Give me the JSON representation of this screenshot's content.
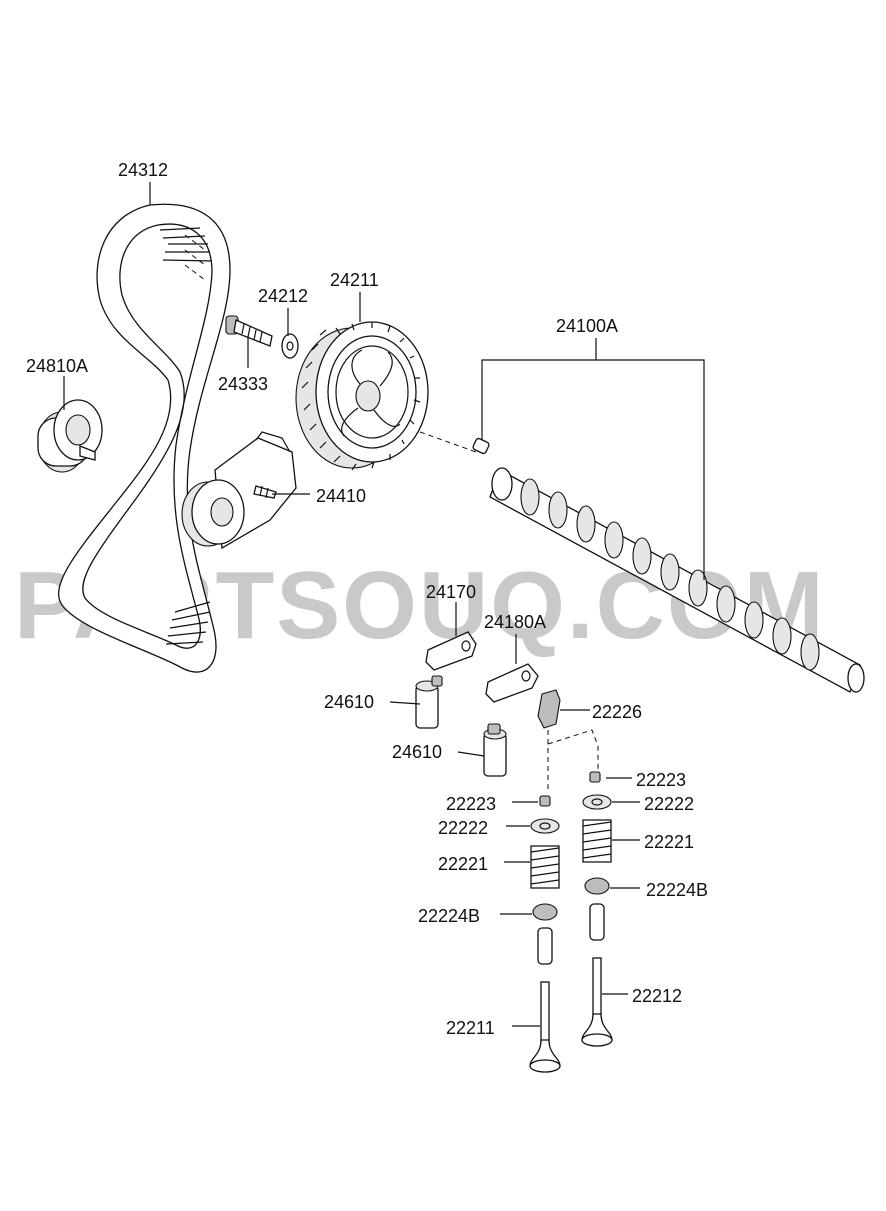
{
  "watermark": "PARTSOUQ.COM",
  "callouts": {
    "belt": "24312",
    "idler": "24810A",
    "washer": "24212",
    "bolt": "24333",
    "sprocket": "24211",
    "camshaft": "24100A",
    "tensioner": "24410",
    "rocker_arm": "24170",
    "rocker_arm_a": "24180A",
    "lash_adjuster_1": "24610",
    "lash_adjuster_2": "24610",
    "cotter": "22226",
    "retainer_keys_right": "22223",
    "retainer_keys_left": "22223",
    "spring_retainer_right": "22222",
    "spring_retainer_left": "22222",
    "spring_right": "22221",
    "spring_left": "22221",
    "stem_seal_right": "22224B",
    "stem_seal_left": "22224B",
    "exhaust_valve": "22212",
    "intake_valve": "22211"
  }
}
